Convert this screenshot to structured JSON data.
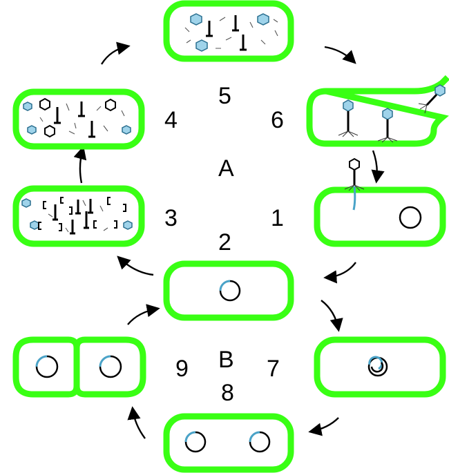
{
  "diagram": {
    "cycle_a_label": "A",
    "cycle_b_label": "B",
    "step_labels": [
      "1",
      "2",
      "3",
      "4",
      "5",
      "6",
      "7",
      "8",
      "9"
    ],
    "colors": {
      "cell_wall": "#39ff14",
      "dna_highlight": "#4aa3c8",
      "phage_head": "#9fd3ea",
      "text": "#000000"
    }
  }
}
